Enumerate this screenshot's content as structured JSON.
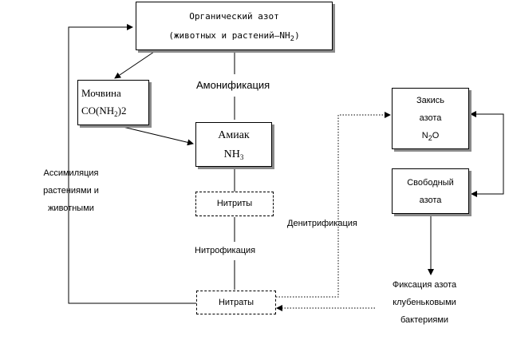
{
  "nodes": {
    "organic_nitrogen": {
      "line1": "Органический азот",
      "line2_prefix": "(животных и растений–NH",
      "line2_sub": "2",
      "line2_suffix": ")"
    },
    "urea": {
      "line1": "Мочвина",
      "line2_prefix": "CO(NH",
      "line2_sub": "2",
      "line2_suffix": ")2"
    },
    "ammonia": {
      "line1": "Амиак",
      "line2_prefix": "NH",
      "line2_sub": "3"
    },
    "nitrites": {
      "line1": "Нитриты"
    },
    "nitrates": {
      "line1": "Нитраты"
    },
    "nitrous_oxide": {
      "line1": "Закись",
      "line2": "азота",
      "line3_prefix": "N",
      "line3_sub": "2",
      "line3_suffix": "O"
    },
    "free_nitrogen": {
      "line1": "Свободный",
      "line2": "азота"
    }
  },
  "labels": {
    "ammonification": "Амонификация",
    "nitrification": "Нитрофикация",
    "denitrification": "Денитрификация",
    "assimilation": [
      "Ассимиляция",
      "растениями и",
      "животными"
    ],
    "fixation": [
      "Фиксация азота",
      "клубеньковыми",
      "бактериями"
    ]
  }
}
